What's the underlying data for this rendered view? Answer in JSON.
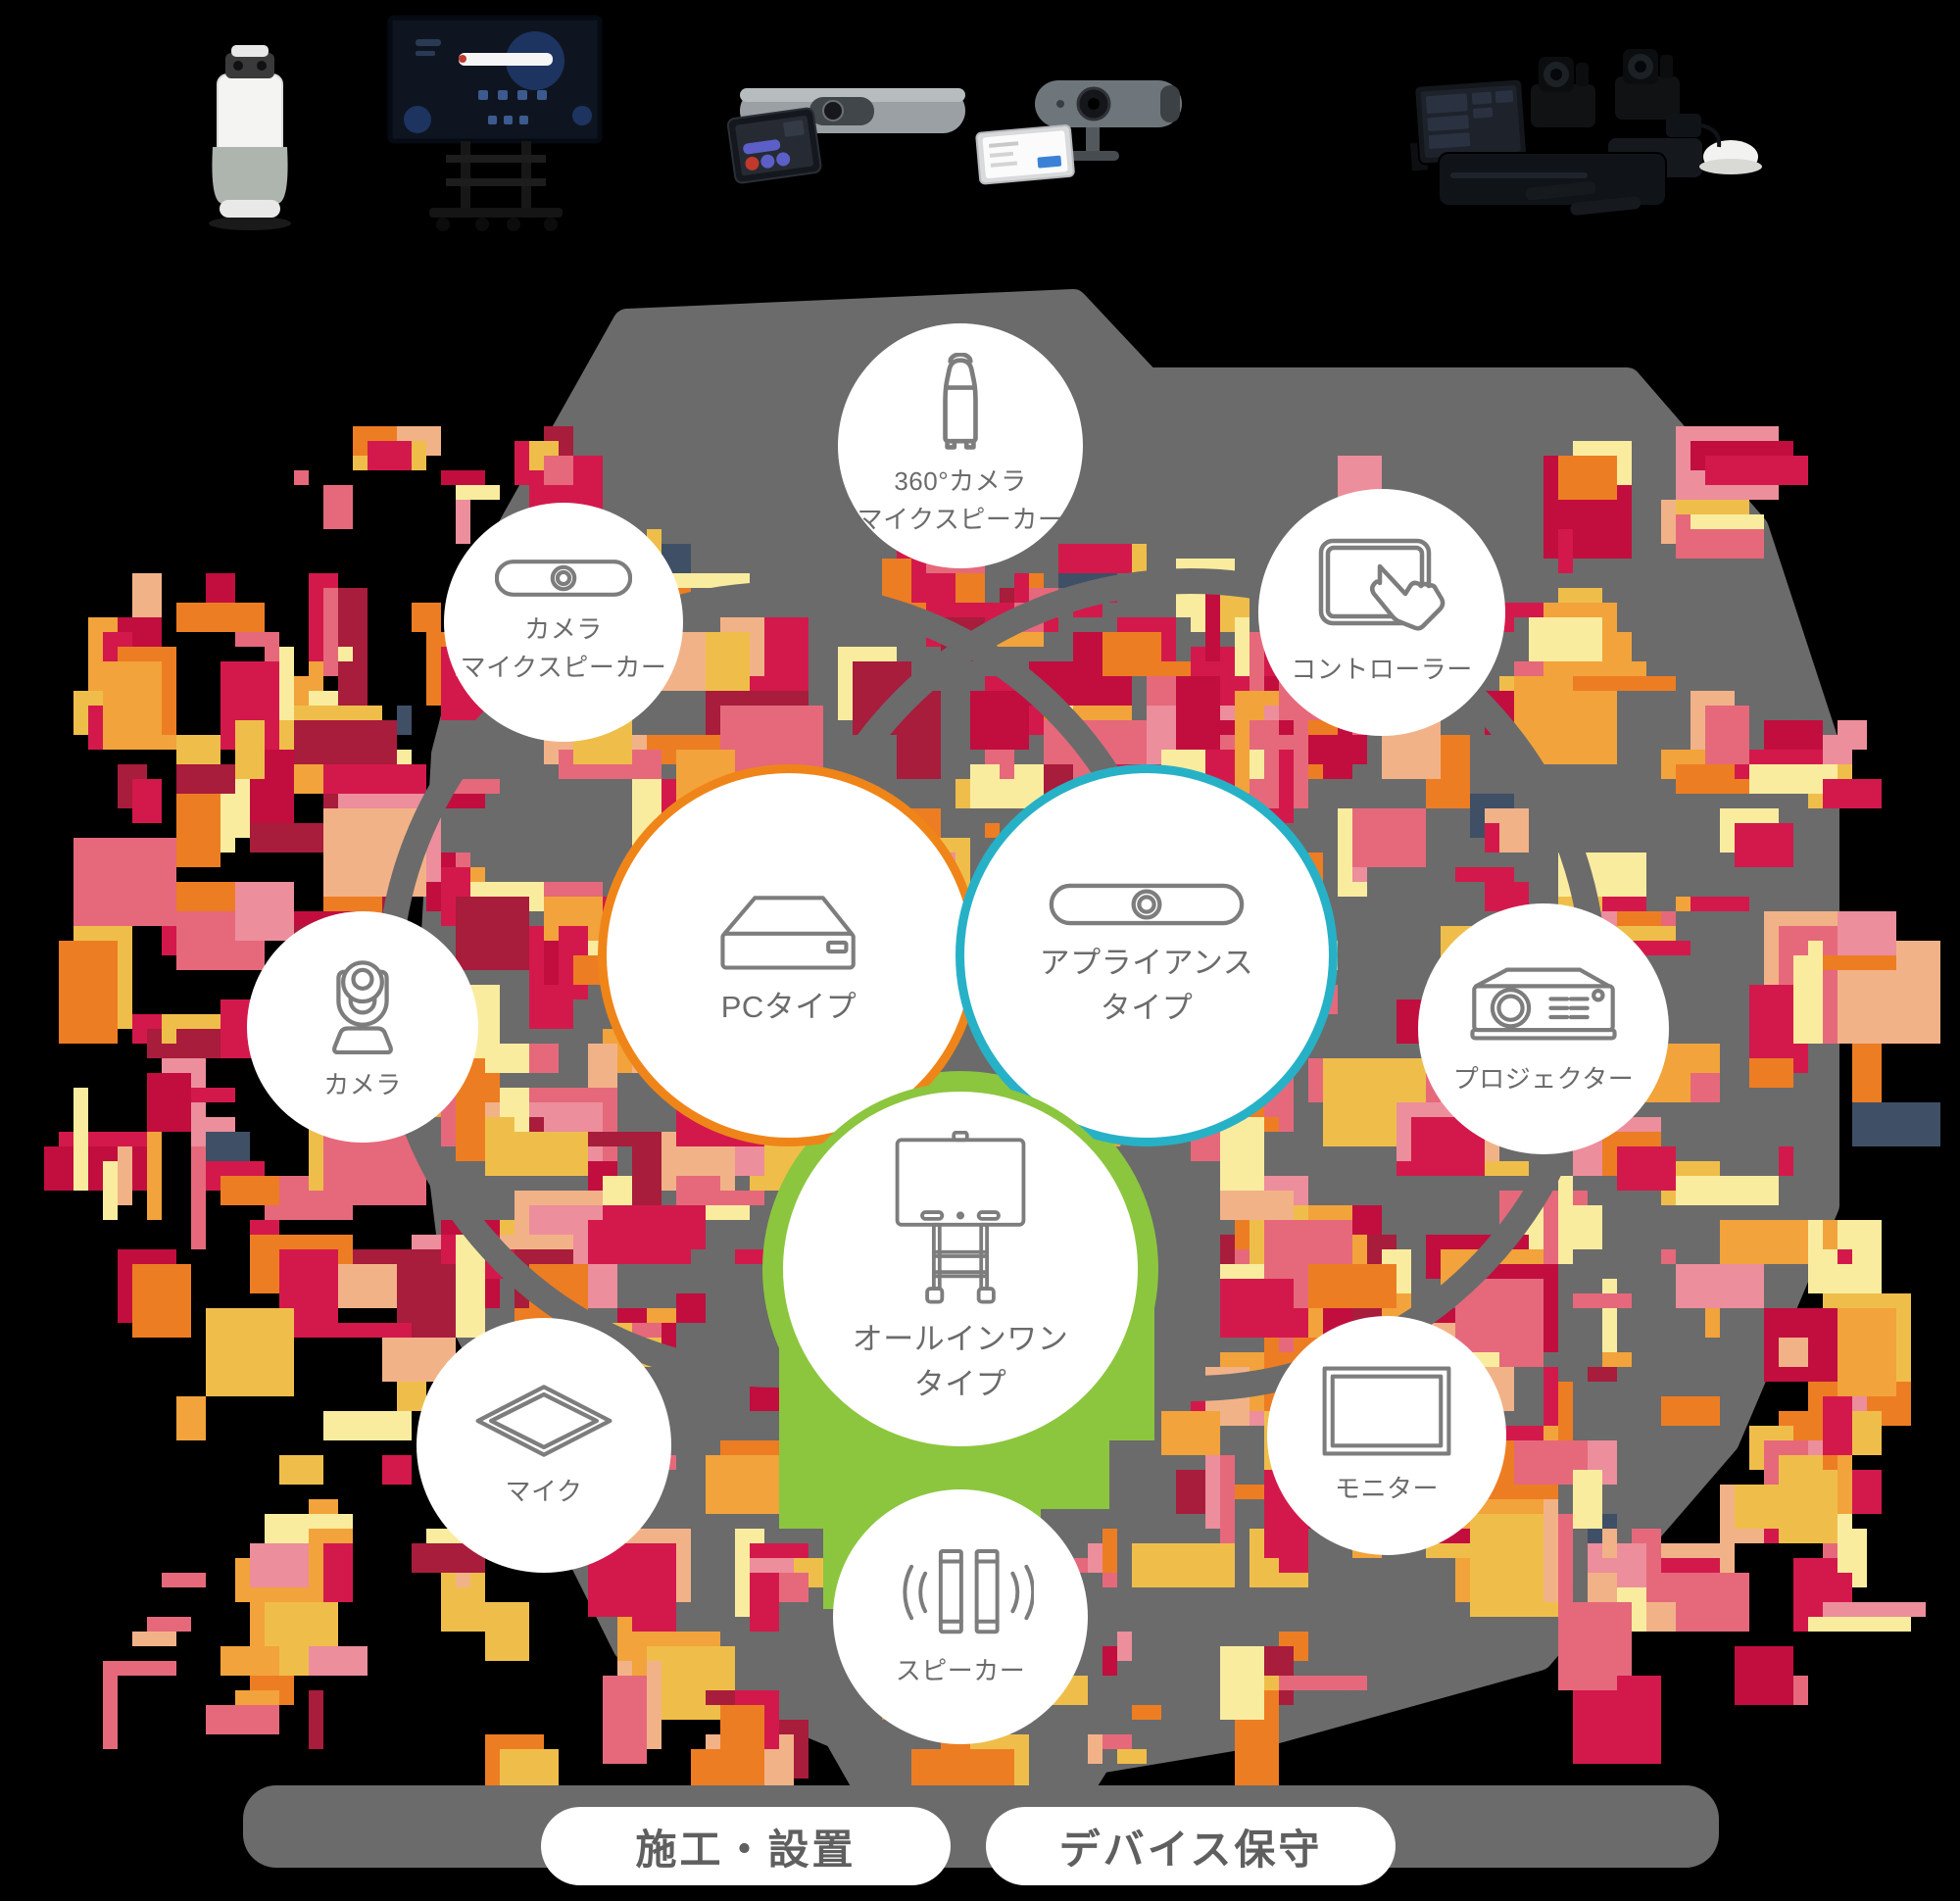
{
  "product_photos": [
    "360-camera-speakerphone-photo",
    "display-on-floor-stand-photo",
    "video-bar-with-touch-controller-photo",
    "video-bar-with-touchpad-photo",
    "conference-room-kit-photo"
  ],
  "diagram": {
    "nodes": {
      "pc": {
        "label": "PCタイプ",
        "border_color": "#EF8519",
        "icon": "pc-box-icon"
      },
      "appliance": {
        "label": "アプライアンス\nタイプ",
        "border_color": "#27B1C7",
        "icon": "video-bar-icon"
      },
      "all_in_one": {
        "label": "オールインワン\nタイプ",
        "border_color": "#8CC63E",
        "icon": "display-cart-icon"
      },
      "camera_360": {
        "label": "360°カメラ\nマイクスピーカー",
        "icon": "360-camera-icon"
      },
      "camera_mic_speaker": {
        "label": "カメラ\nマイクスピーカー",
        "icon": "video-bar-icon"
      },
      "controller": {
        "label": "コントローラー",
        "icon": "touch-controller-icon"
      },
      "camera": {
        "label": "カメラ",
        "icon": "ptz-camera-icon"
      },
      "projector": {
        "label": "プロジェクター",
        "icon": "projector-icon"
      },
      "mic": {
        "label": "マイク",
        "icon": "ceiling-mic-icon"
      },
      "monitor": {
        "label": "モニター",
        "icon": "monitor-icon"
      },
      "speaker": {
        "label": "スピーカー",
        "icon": "speaker-icon"
      }
    },
    "service_pills": [
      {
        "label": "施工・設置"
      },
      {
        "label": "デバイス保守"
      }
    ]
  },
  "colors": {
    "background": "#000000",
    "blob_gray": "#6B6B6B",
    "ring_gray": "#6B6B6B",
    "node_fill": "#FFFFFF",
    "icon_stroke": "#7D7D7D",
    "label_text": "#6B6B6B",
    "pill_text": "#5F5F5F",
    "accent_orange": "#EF8519",
    "accent_teal": "#27B1C7",
    "accent_green": "#8CC63E",
    "mosaic_palette": [
      "#D3194B",
      "#C10E3F",
      "#E5697B",
      "#EC8E9B",
      "#ED7D23",
      "#F2A33B",
      "#EFBE4A",
      "#FAEC9F",
      "#F2B288",
      "#A81C3C",
      "#3F4F66"
    ]
  }
}
